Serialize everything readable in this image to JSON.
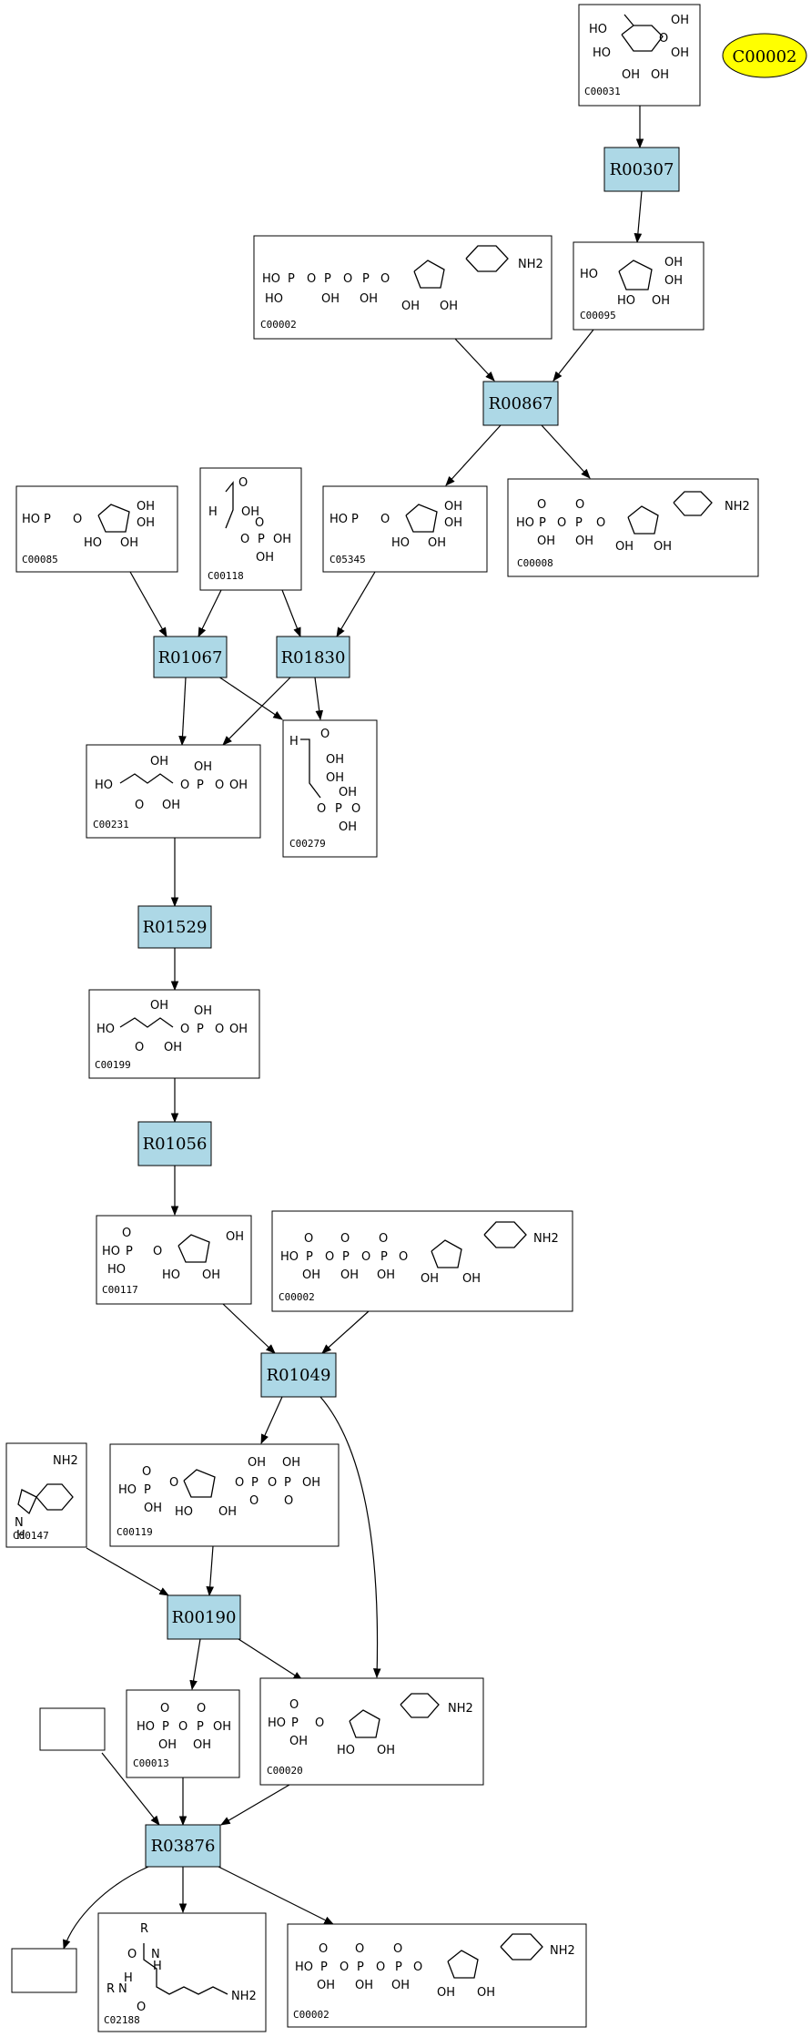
{
  "reactions": [
    {
      "id": "R00307",
      "label": "R00307"
    },
    {
      "id": "R00867",
      "label": "R00867"
    },
    {
      "id": "R01067",
      "label": "R01067"
    },
    {
      "id": "R01830",
      "label": "R01830"
    },
    {
      "id": "R01529",
      "label": "R01529"
    },
    {
      "id": "R01056",
      "label": "R01056"
    },
    {
      "id": "R01049",
      "label": "R01049"
    },
    {
      "id": "R00190",
      "label": "R00190"
    },
    {
      "id": "R03876",
      "label": "R03876"
    }
  ],
  "compounds": [
    {
      "id": "C00031",
      "label": "C00031"
    },
    {
      "id": "C00002a",
      "label": "C00002"
    },
    {
      "id": "C00095",
      "label": "C00095"
    },
    {
      "id": "C00085",
      "label": "C00085"
    },
    {
      "id": "C00118",
      "label": "C00118"
    },
    {
      "id": "C05345",
      "label": "C05345"
    },
    {
      "id": "C00008",
      "label": "C00008"
    },
    {
      "id": "C00231",
      "label": "C00231"
    },
    {
      "id": "C00279",
      "label": "C00279"
    },
    {
      "id": "C00199",
      "label": "C00199"
    },
    {
      "id": "C00117",
      "label": "C00117"
    },
    {
      "id": "C00002b",
      "label": "C00002"
    },
    {
      "id": "C00147",
      "label": "C00147"
    },
    {
      "id": "C00119",
      "label": "C00119"
    },
    {
      "id": "C00013",
      "label": "C00013"
    },
    {
      "id": "C00020",
      "label": "C00020"
    },
    {
      "id": "C02188",
      "label": "C02188"
    },
    {
      "id": "C00002c",
      "label": "C00002"
    },
    {
      "id": "blank1",
      "label": ""
    },
    {
      "id": "blank2",
      "label": ""
    }
  ],
  "highlight": {
    "label": "C00002",
    "color": "#ffff00"
  },
  "colors": {
    "reaction_fill": "#add8e6",
    "highlight_fill": "#ffff00"
  },
  "atoms": {
    "oh": "OH",
    "ho": "HO",
    "o": "O",
    "p": "P",
    "nh2": "NH2",
    "n": "N",
    "h": "H",
    "r": "R",
    "n_h": "N̲H"
  }
}
